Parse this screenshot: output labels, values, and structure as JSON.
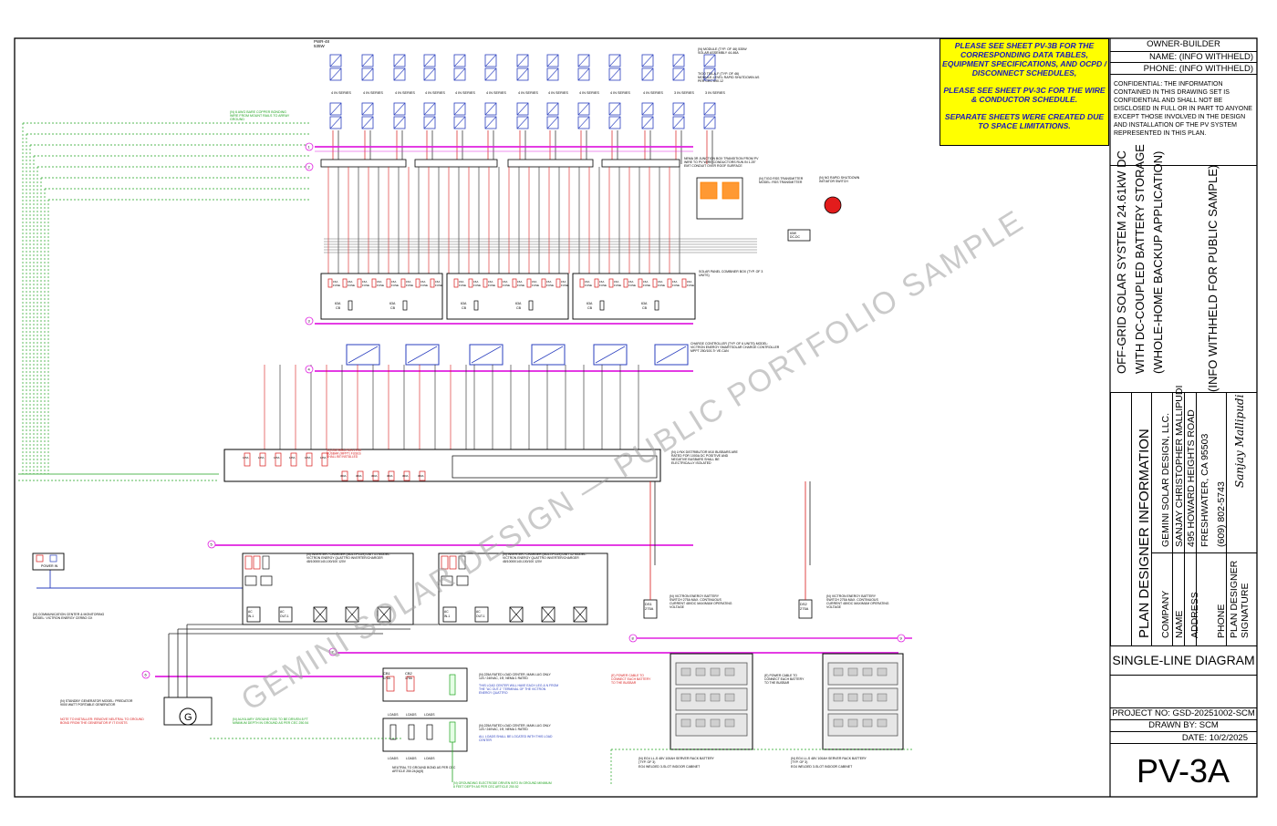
{
  "owner": {
    "header": "OWNER-BUILDER",
    "name": "NAME: (INFO WITHHELD)",
    "phone": "PHONE: (INFO WITHHELD)",
    "confidential": "CONFIDENTIAL: THE INFORMATION CONTAINED IN THIS DRAWING SET IS CONFIDENTIAL AND SHALL NOT BE DISCLOSED IN FULL OR IN PART TO ANYONE EXCEPT THOSE INVOLVED IN THE DESIGN AND INSTALLATION OF THE PV SYSTEM REPRESENTED IN THIS PLAN."
  },
  "note": {
    "p1": "PLEASE SEE SHEET PV-3B FOR THE CORRESPONDING DATA TABLES, EQUIPMENT SPECIFICATIONS, AND OCPD / DISCONNECT SCHEDULES,",
    "p2": "PLEASE SEE SHEET PV-3C FOR THE WIRE & CONDUCTOR SCHEDULE.",
    "p3": "SEPARATE SHEETS WERE CREATED DUE TO SPACE LIMITATIONS."
  },
  "project": {
    "title1": "OFF-GRID SOLAR SYSTEM 24.61kW DC",
    "title2": "WITH DC-COUPLED BATTERY STORAGE",
    "title3": "(WHOLE-HOME BACKUP APPLICATION)",
    "address": "(INFO WITHHELD FOR PUBLIC SAMPLE)"
  },
  "designer": {
    "header": "PLAN DESIGNER INFORMATION",
    "company_label": "COMPANY",
    "company": "GEMINI SOLAR DESIGN, LLC.",
    "name_label": "NAME",
    "name": "SANJAY CHRISTOPHER MALLIPUDI",
    "address_label": "ADDRESS",
    "address1": "495 HOWARD HEIGHTS ROAD",
    "address2": "FRESHWATER, CA 95503",
    "phone_label": "PHONE",
    "phone": "(609) 802-5743",
    "signature_label": "PLAN DESIGNER SIGNATURE",
    "signature": "Sanjay Mallipudi"
  },
  "sheet": {
    "title": "SINGLE-LINE DIAGRAM",
    "project_no": "PROJECT NO: GSD-20251002-SCM",
    "drawn_by": "DRAWN BY: SCM",
    "date": "DATE: 10/2/2025",
    "number": "PV-3A"
  },
  "watermark": {
    "line1": "GEMINI SOLAR DESIGN — PUBLIC PORTFOLIO SAMPLE"
  },
  "diagram": {
    "pv_module_top": "PWR-48",
    "pv_module_top2": "535W",
    "string_label": "4 IN SERIES",
    "string_label_3": "3 IN SERIES",
    "strings": [
      4,
      4,
      4,
      4,
      4,
      4,
      4,
      4,
      4,
      4,
      4,
      3,
      3
    ],
    "pv_module_note": "(N) MODULE (TYP. OF 46) 535W SOLAR ASSEMBLY 44-46A",
    "microinverter_note": "TIGO TS4-A-F (TYP. OF 46) MODULE-LEVEL RAPID SHUTDOWN AS PER CEC 690.12",
    "junction_note": "NEMA 3R JUNCTION BOX TRANSITION FROM PV WIRE TO PV WIRE CONDUCTORS RUN IN 1.25\" EMT CONDUIT OVER ROOF SURFACE",
    "rsd_note": "(N) TIGO RSS TRANSMITTER MODEL: RSS TRANSMITTER",
    "estop_note": "(N) NO RAPID SHUTDOWN INITIATOR SWITCH",
    "dcdc_label": "60W DC-DC CONVERTER",
    "combiner_note": "SOLAR PANEL COMBINER BOX (TYP. OF 3 UNITS)",
    "fuse_15a": "15A",
    "fuse_label": "FUSE",
    "cb_63a": "63A",
    "cb_label": "CB",
    "mppt_note": "CHARGE CONTROLLER (TYP. OF 6 UNITS) MODEL: VICTRON ENERGY SMARTSOLAR CHARGE CONTROLLER MPPT 250/100-Tr VE.CAN",
    "distributor_note": "(N) LYNX DISTRIBUTOR M10 BUSBARS ARE RATED FOR 1000A DC POSITIVE AND NEGATIVE BUSBARS SHALL BE ELECTRICALLY ISOLATED",
    "fuse_125a": "125A",
    "fuse_300a": "300A",
    "distributor_warn": "(N) DISTRIBUTION LYNX BUSBAR (MPPT) FUSES SHALL BE INSTALLED",
    "inverter1_note": "(N) INVERTER / CHARGER (MULTIPLUS) UNIT #1 MODEL: VICTRON ENERGY QUATTRO INVERTER/CHARGER 48/10000/140-100/100 120V",
    "inverter2_note": "(N) INVERTER / CHARGER (MULTIPLUS) UNIT #2 MODEL: VICTRON ENERGY QUATTRO INVERTER/CHARGER 48/10000/140-100/100 120V",
    "ac_in": "AC IN-1",
    "ac_out": "AC OUT-1",
    "cerbo_label": "POWER IN",
    "cerbo_note": "(N) COMMUNICATION CENTER & MONITORING MODEL: VICTRON ENERGY CERBO GX",
    "ds1": "DS1",
    "ds1_rating": "275A",
    "ds2": "DS2",
    "ds2_rating": "275A",
    "battery_switch_note": "(N) VICTRON ENERGY BATTERY SWITCH 275A MAX. CONTINUOUS CURRENT 48VDC MAXIMUM OPERATING VOLTAGE",
    "battery_note": "(N) EG4 LL-S 48V 100AH SERVER RACK BATTERY (TYP. OF 3)",
    "battery_note2": "EG4 WELDED 3-SLOT INDOOR CABINET",
    "battery_cable_note": "(E) POWER CABLE TO CONNECT EACH BATTERY TO THE BUSBAR",
    "generator_note": "(N) STANDBY GENERATOR MODEL: PREDATOR 9000 WATT PORTABLE GENERATOR",
    "generator_warn": "NOTE TO INSTALLER: REMOVE NEUTRAL TO GROUND BOND FROM THE GENERATOR IF IT EXISTS",
    "generator_symbol": "G",
    "ground_rod_note": "(N) AUXILIARY GROUND ROD TO BE DRIVEN 8 FT MINIMUM DEPTH IN GROUND AS PER CEC 250.54",
    "load_center1": "(N) 225A RATED LOAD CENTER, MAIN LUG ONLY 120 / 240VAC, 1Φ, NEMA 1 RATED",
    "load_center1_warn": "THIS LOAD CENTER WILL HAVE EACH LEG & N FROM THE \"AC OUT-1\" TERMINAL OF THE VICTRON ENERGY QUATTRO",
    "load_center2": "(N) 225A RATED LOAD CENTER, MAIN LUG ONLY 120 / 240VAC, 1Φ, NEMA 1 RATED",
    "load_center2_warn": "ALL LOADS SHALL BE LOCATED WITH THIS LOAD CENTER",
    "cb1": "CB1",
    "cb1_rating": "175A",
    "cb2": "CB2",
    "cb2_rating": "175A",
    "loads_label": "LOADS",
    "grounding_note": "(N) GROUNDING ELECTRODE DRIVEN INTO IN GROUND MINIMUM 8 FEET DEPTH AS PER CEC ARTICLE 250.52",
    "ground_bus_note": "NEUTRAL TO GROUND BOND AS PER CEC ARTICLE 250.24(A)(5)",
    "pv_ground_note": "(N) 6 AWG BARE COPPER BONDING WIRE FROM MOUNT RAILS TO ARRAY GROUND",
    "tags": [
      "1",
      "2",
      "3",
      "4",
      "5",
      "6",
      "7",
      "8",
      "9"
    ]
  }
}
